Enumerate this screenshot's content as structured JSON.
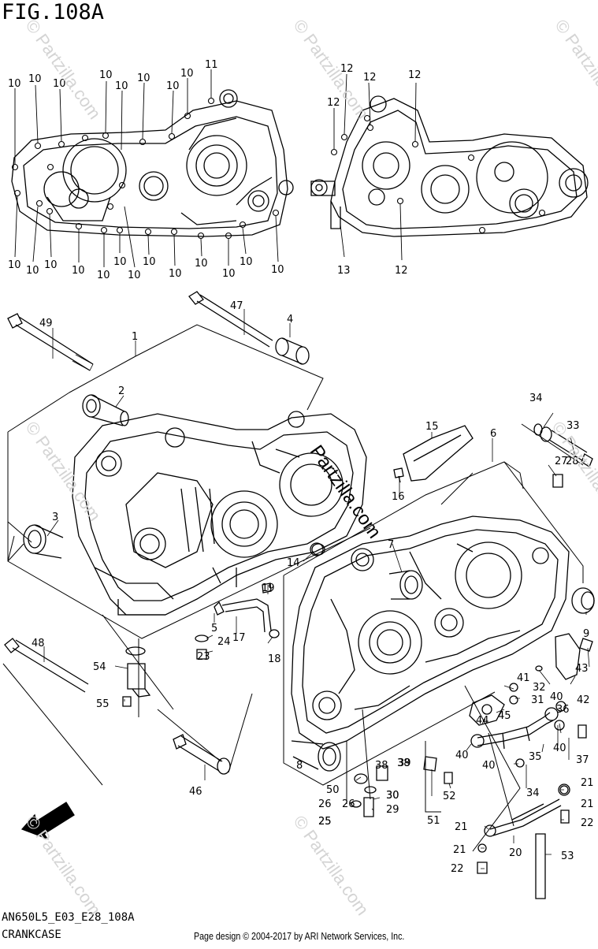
{
  "figure": {
    "title": "FIG.108A",
    "code": "AN650L5_E03_E28_108A",
    "name": "CRANKCASE",
    "credit": "Page design © 2004-2017 by ARI Network Services, Inc.",
    "watermark": "© Partzilla.com",
    "watermark_center": "Partzilla.com",
    "fwd_label": "FWD"
  },
  "callouts": {
    "top_left_10": "10",
    "top_left_11": "11",
    "top_right_12": "12",
    "top_right_13": "13",
    "main": [
      "1",
      "2",
      "3",
      "4",
      "5",
      "6",
      "7",
      "8",
      "9",
      "14",
      "15",
      "16",
      "17",
      "18",
      "19",
      "20",
      "21",
      "22",
      "23",
      "24",
      "25",
      "26",
      "27",
      "28",
      "29",
      "30",
      "31",
      "32",
      "33",
      "34",
      "35",
      "36",
      "37",
      "38",
      "39",
      "40",
      "41",
      "42",
      "43",
      "44",
      "45",
      "46",
      "47",
      "48",
      "49",
      "50",
      "51",
      "52",
      "53",
      "54",
      "55"
    ]
  },
  "colors": {
    "line": "#000000",
    "watermark": "#d4d4d4",
    "background": "#ffffff"
  }
}
